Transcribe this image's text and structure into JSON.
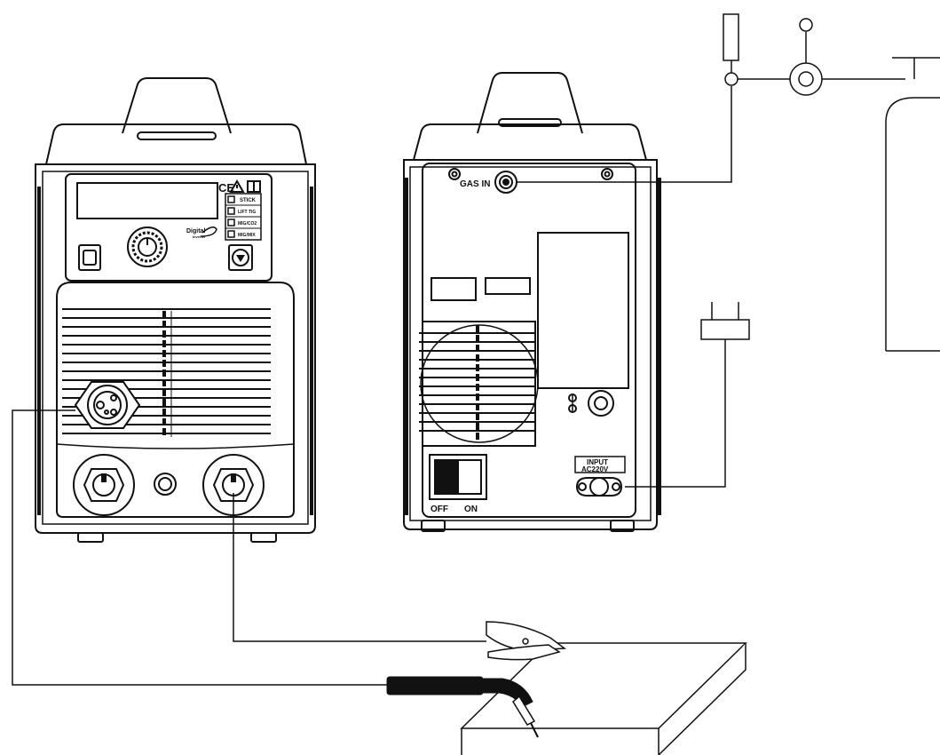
{
  "front_panel": {
    "modes": [
      "STICK",
      "LIFT TIG",
      "MIG/CO2",
      "MIG/MIX"
    ],
    "brand": "Digital",
    "brand_sub": "Inverter",
    "cert_marks": "CE"
  },
  "rear_panel": {
    "gas_label": "GAS IN",
    "input_label_line1": "INPUT",
    "input_label_line2": "AC220V",
    "switch_off": "OFF",
    "switch_on": "ON"
  }
}
